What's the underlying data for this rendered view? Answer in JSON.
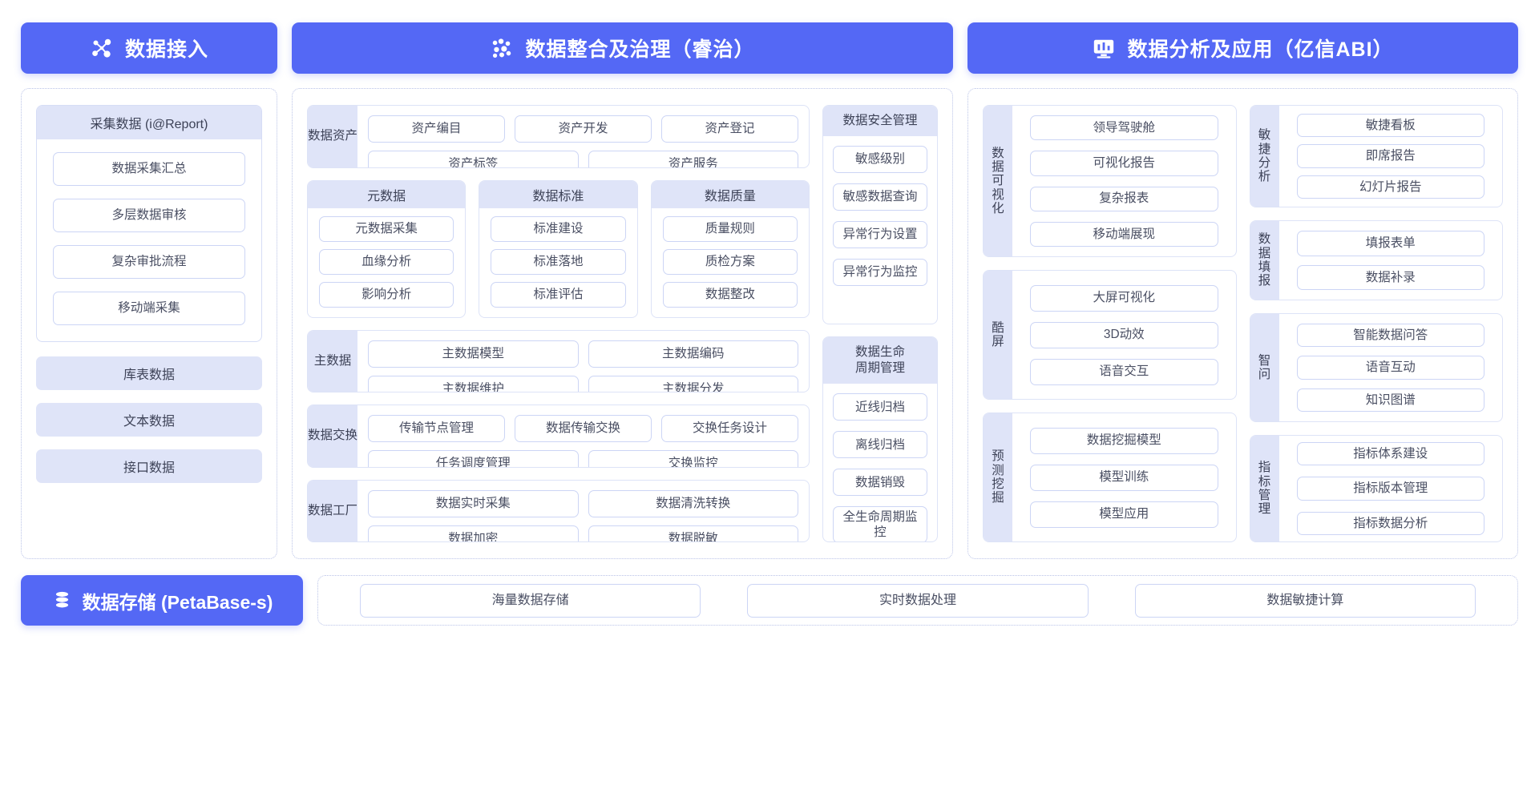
{
  "columns": [
    {
      "id": "data-access",
      "header": {
        "title": "数据接入",
        "icon": "nodes-network-icon"
      },
      "collect_card": {
        "title": "采集数据 (i@Report)",
        "items": [
          "数据采集汇总",
          "多层数据审核",
          "复杂审批流程",
          "移动端采集"
        ]
      },
      "bands": [
        "库表数据",
        "文本数据",
        "接口数据"
      ]
    },
    {
      "id": "data-governance",
      "header": {
        "title": "数据整合及治理（睿治）",
        "icon": "dots-cluster-icon"
      },
      "asset_block": {
        "label": "数据资产",
        "rows": [
          [
            "资产编目",
            "资产开发",
            "资产登记"
          ],
          [
            "资产标签",
            "资产服务"
          ]
        ]
      },
      "trio": [
        {
          "title": "元数据",
          "items": [
            "元数据采集",
            "血缘分析",
            "影响分析"
          ]
        },
        {
          "title": "数据标准",
          "items": [
            "标准建设",
            "标准落地",
            "标准评估"
          ]
        },
        {
          "title": "数据质量",
          "items": [
            "质量规则",
            "质检方案",
            "数据整改"
          ]
        }
      ],
      "master_block": {
        "label": "主数据",
        "rows": [
          [
            "主数据模型",
            "主数据编码"
          ],
          [
            "主数据维护",
            "主数据分发"
          ]
        ]
      },
      "exchange_block": {
        "label": "数据交换",
        "rows": [
          [
            "传输节点管理",
            "数据传输交换",
            "交换任务设计"
          ],
          [
            "任务调度管理",
            "交换监控"
          ]
        ]
      },
      "factory_block": {
        "label": "数据工厂",
        "rows": [
          [
            "数据实时采集",
            "数据清洗转换"
          ],
          [
            "数据加密",
            "数据脱敏"
          ]
        ]
      },
      "security_card": {
        "title": "数据安全管理",
        "items": [
          "敏感级别",
          "敏感数据查询",
          "异常行为设置",
          "异常行为监控"
        ]
      },
      "lifecycle_card": {
        "title": "数据生命\n周期管理",
        "title_line1": "数据生命",
        "title_line2": "周期管理",
        "items": [
          "近线归档",
          "离线归档",
          "数据销毁",
          "全生命周期监控"
        ]
      }
    },
    {
      "id": "data-analysis",
      "header": {
        "title": "数据分析及应用（亿信ABI）",
        "icon": "monitor-chart-icon"
      },
      "left_groups": [
        {
          "label": "数据可视化",
          "items": [
            "领导驾驶舱",
            "可视化报告",
            "复杂报表",
            "移动端展现"
          ]
        },
        {
          "label": "酷屏",
          "items": [
            "大屏可视化",
            "3D动效",
            "语音交互"
          ]
        },
        {
          "label": "预测挖掘",
          "items": [
            "数据挖掘模型",
            "模型训练",
            "模型应用"
          ]
        }
      ],
      "right_groups": [
        {
          "label": "敏捷分析",
          "items": [
            "敏捷看板",
            "即席报告",
            "幻灯片报告"
          ]
        },
        {
          "label": "数据填报",
          "items": [
            "填报表单",
            "数据补录"
          ]
        },
        {
          "label": "智问",
          "items": [
            "智能数据问答",
            "语音互动",
            "知识图谱"
          ]
        },
        {
          "label": "指标管理",
          "items": [
            "指标体系建设",
            "指标版本管理",
            "指标数据分析"
          ]
        }
      ]
    }
  ],
  "storage": {
    "header": {
      "title": "数据存储 (PetaBase-s)",
      "icon": "database-stack-icon"
    },
    "items": [
      "海量数据存储",
      "实时数据处理",
      "数据敏捷计算"
    ]
  },
  "colors": {
    "brand": "#5468f5",
    "band": "#dfe4f8",
    "pill_border": "#ccd5f5",
    "dashed_border": "#b9c2e8",
    "text": "#3d4257"
  }
}
